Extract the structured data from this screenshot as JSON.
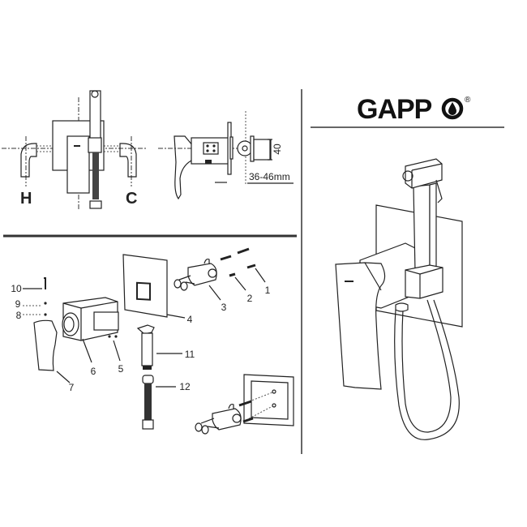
{
  "logo": {
    "text": "GAPP",
    "registered": "®"
  },
  "install_view": {
    "hot_label": "H",
    "cold_label": "C",
    "dimension_height": "40",
    "dimension_depth": "36-46mm"
  },
  "exploded_view": {
    "part_numbers": [
      "1",
      "2",
      "3",
      "4",
      "5",
      "6",
      "7",
      "8",
      "9",
      "10",
      "11",
      "12"
    ]
  }
}
